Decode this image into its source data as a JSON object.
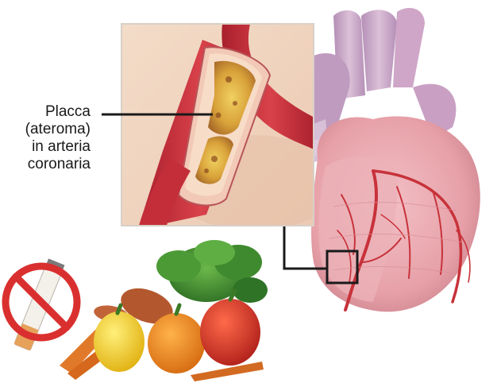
{
  "callout": {
    "lines": [
      "Placca",
      "(ateroma)",
      "in arteria",
      "coronaria"
    ]
  },
  "icons": {
    "heart": "heart-illustration",
    "artery": "artery-cross-section",
    "no_smoking": "no-smoking-icon",
    "vegetables": "vegetables-illustration"
  },
  "colors": {
    "artery_red": "#c8323a",
    "plaque_yellow": "#e2b43a",
    "heart_pink": "#e7a0a8",
    "vessel_lilac": "#c7a2c4",
    "no_symbol_red": "#d9302f",
    "callout_line": "#1a1a1a"
  }
}
